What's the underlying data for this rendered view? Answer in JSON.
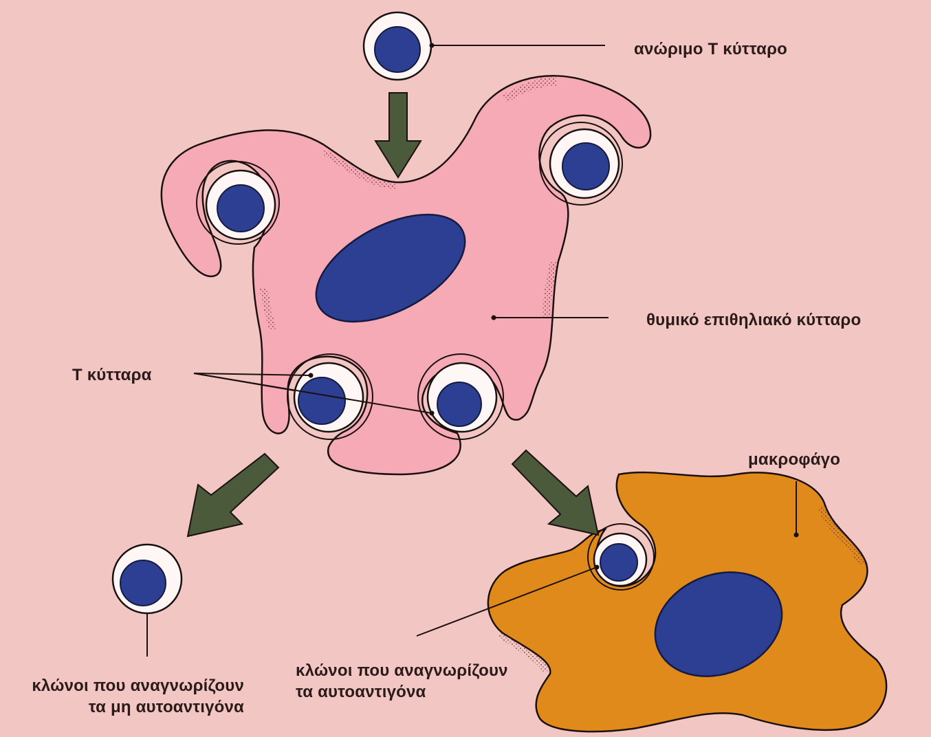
{
  "labels": {
    "immature_t_cell": "ανώριμο Τ κύτταρο",
    "thymic_epithelial_cell": "θυμικό επιθηλιακό κύτταρο",
    "t_cells": "Τ κύτταρα",
    "macrophage": "μακροφάγο",
    "non_self_clones": {
      "line1": "κλώνοι που αναγνωρίζουν",
      "line2": "τα μη αυτοαντιγόνα"
    },
    "self_clones": {
      "line1": "κλώνοι που αναγνωρίζουν",
      "line2": "τα αυτοαντιγόνα"
    }
  },
  "colors": {
    "background": "#f2c6c2",
    "epithelial_cell": "#f5aab5",
    "macrophage": "#e08a1c",
    "nucleus": "#2d3f92",
    "t_cell_cytoplasm": "#fff6f6",
    "arrow": "#4a5a3a"
  }
}
